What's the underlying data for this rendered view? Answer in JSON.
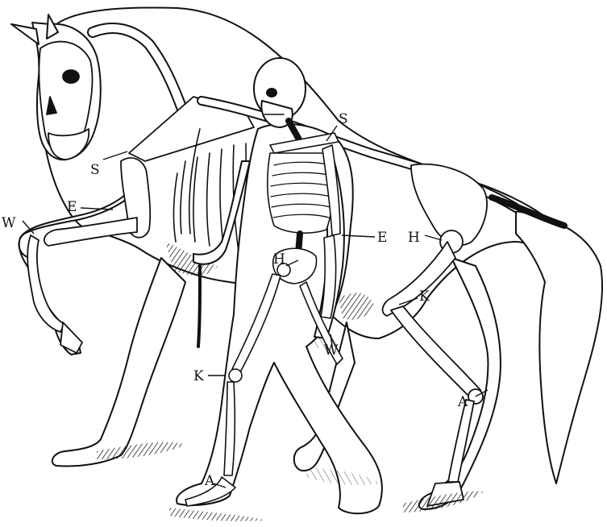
{
  "labels": {
    "horse_shoulder": "S",
    "human_shoulder": "S",
    "horse_elbow": "E",
    "human_elbow": "E",
    "horse_wrist": "W",
    "human_wrist": "W",
    "human_hip": "H",
    "horse_hip": "H",
    "human_knee": "K",
    "horse_knee": "K",
    "human_ankle": "A",
    "horse_ankle": "A"
  },
  "colors": {
    "ink": "#111111",
    "paper": "#ffffff",
    "bone": "#ffffff",
    "shade": "#3a3a3a"
  }
}
